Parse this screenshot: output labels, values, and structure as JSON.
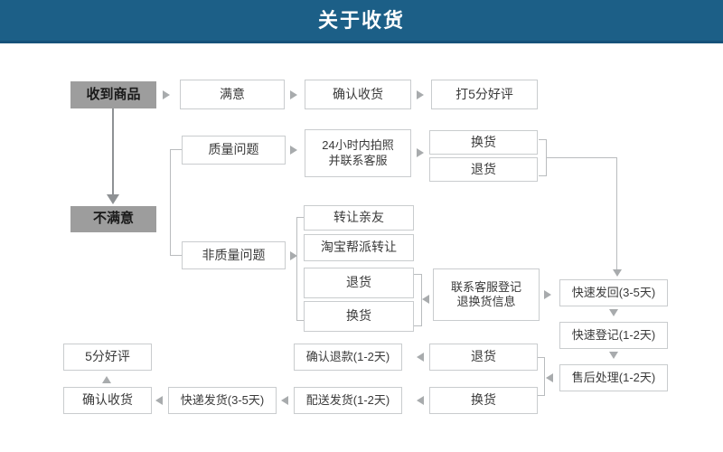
{
  "header": {
    "title": "关于收货",
    "bg_color": "#1c5f87",
    "text_color": "#ffffff"
  },
  "theme": {
    "box_border": "#c9ccce",
    "box_fill": "#ffffff",
    "filled_box_fill": "#9d9d9d",
    "connector": "#b9bcbe",
    "arrow": "#a8abad",
    "text": "#3a3a3a"
  },
  "flow": {
    "nodes": [
      {
        "id": "n1",
        "label": "收到商品",
        "style": "filled"
      },
      {
        "id": "n2",
        "label": "满意",
        "style": "outline"
      },
      {
        "id": "n3",
        "label": "确认收货",
        "style": "outline"
      },
      {
        "id": "n4",
        "label": "打5分好评",
        "style": "outline"
      },
      {
        "id": "n5",
        "label": "质量问题",
        "style": "outline"
      },
      {
        "id": "n6",
        "label": "24小时内拍照\n并联系客服",
        "style": "outline"
      },
      {
        "id": "n7",
        "label": "换货",
        "style": "outline"
      },
      {
        "id": "n8",
        "label": "退货",
        "style": "outline"
      },
      {
        "id": "n9",
        "label": "不满意",
        "style": "filled"
      },
      {
        "id": "n10",
        "label": "非质量问题",
        "style": "outline"
      },
      {
        "id": "n11",
        "label": "转让亲友",
        "style": "outline"
      },
      {
        "id": "n12",
        "label": "淘宝帮派转让",
        "style": "outline"
      },
      {
        "id": "n13",
        "label": "退货",
        "style": "outline"
      },
      {
        "id": "n14",
        "label": "换货",
        "style": "outline"
      },
      {
        "id": "n15",
        "label": "联系客服登记\n退换货信息",
        "style": "outline"
      },
      {
        "id": "n16",
        "label": "快速发回(3-5天)",
        "style": "outline"
      },
      {
        "id": "n17",
        "label": "快速登记(1-2天)",
        "style": "outline"
      },
      {
        "id": "n18",
        "label": "售后处理(1-2天)",
        "style": "outline"
      },
      {
        "id": "n19",
        "label": "退货",
        "style": "outline"
      },
      {
        "id": "n20",
        "label": "换货",
        "style": "outline"
      },
      {
        "id": "n21",
        "label": "确认退款(1-2天)",
        "style": "outline"
      },
      {
        "id": "n22",
        "label": "配送发货(1-2天)",
        "style": "outline"
      },
      {
        "id": "n23",
        "label": "快递发货(3-5天)",
        "style": "outline"
      },
      {
        "id": "n24",
        "label": "确认收货",
        "style": "outline"
      },
      {
        "id": "n25",
        "label": "5分好评",
        "style": "outline"
      }
    ]
  }
}
